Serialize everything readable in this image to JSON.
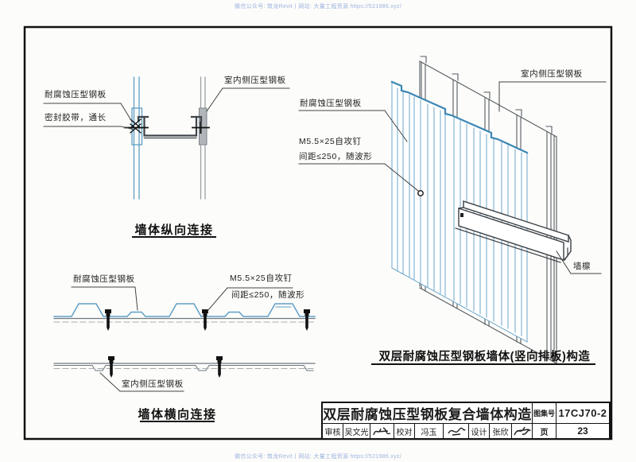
{
  "watermark": {
    "top": "微信公众号: 筑龙Revit丨网站: 大量工程资源 https://521986.xyz/",
    "bottom": "微信公众号: 筑龙Revit丨网站: 大量工程资源 https://521986.xyz/"
  },
  "drawings": {
    "longitudinal": {
      "labels": {
        "outer_panel": "耐腐蚀压型钢板",
        "sealant": "密封胶带，通长",
        "inner_panel": "室内侧压型钢板"
      },
      "caption": "墙体纵向连接"
    },
    "transverse": {
      "labels": {
        "outer_panel": "耐腐蚀压型钢板",
        "screw_line1": "M5.5×25自攻钉",
        "screw_line2": "间距≤250，随波形",
        "inner_panel": "室内侧压型钢板"
      },
      "caption": "墙体横向连接"
    },
    "isometric": {
      "labels": {
        "inner_panel": "室内侧压型钢板",
        "outer_panel": "耐腐蚀压型钢板",
        "screw_line1": "M5.5×25自攻钉",
        "screw_line2": "间距≤250，随波形",
        "purlin": "墙檩"
      },
      "caption": "双层耐腐蚀压型钢板墙体(竖向排板)构造"
    }
  },
  "title_block": {
    "title": "双层耐腐蚀压型钢板复合墙体构造",
    "atlas_no_label": "图集号",
    "atlas_no": "17CJ70-2",
    "reviewer_label": "审核",
    "reviewer": "吴文光",
    "checker_label": "校对",
    "checker": "冯玉",
    "designer_label": "设计",
    "designer": "张欣",
    "page_label": "页",
    "page": "23"
  },
  "colors": {
    "outer_panel_blue": "#5f9fc6",
    "outer_panel_blue_dark": "#3d87b5",
    "line_dark": "#3f454a",
    "line_gray": "#8e979c",
    "border_black": "#111111",
    "watermark_blue": "#9db3e0"
  }
}
